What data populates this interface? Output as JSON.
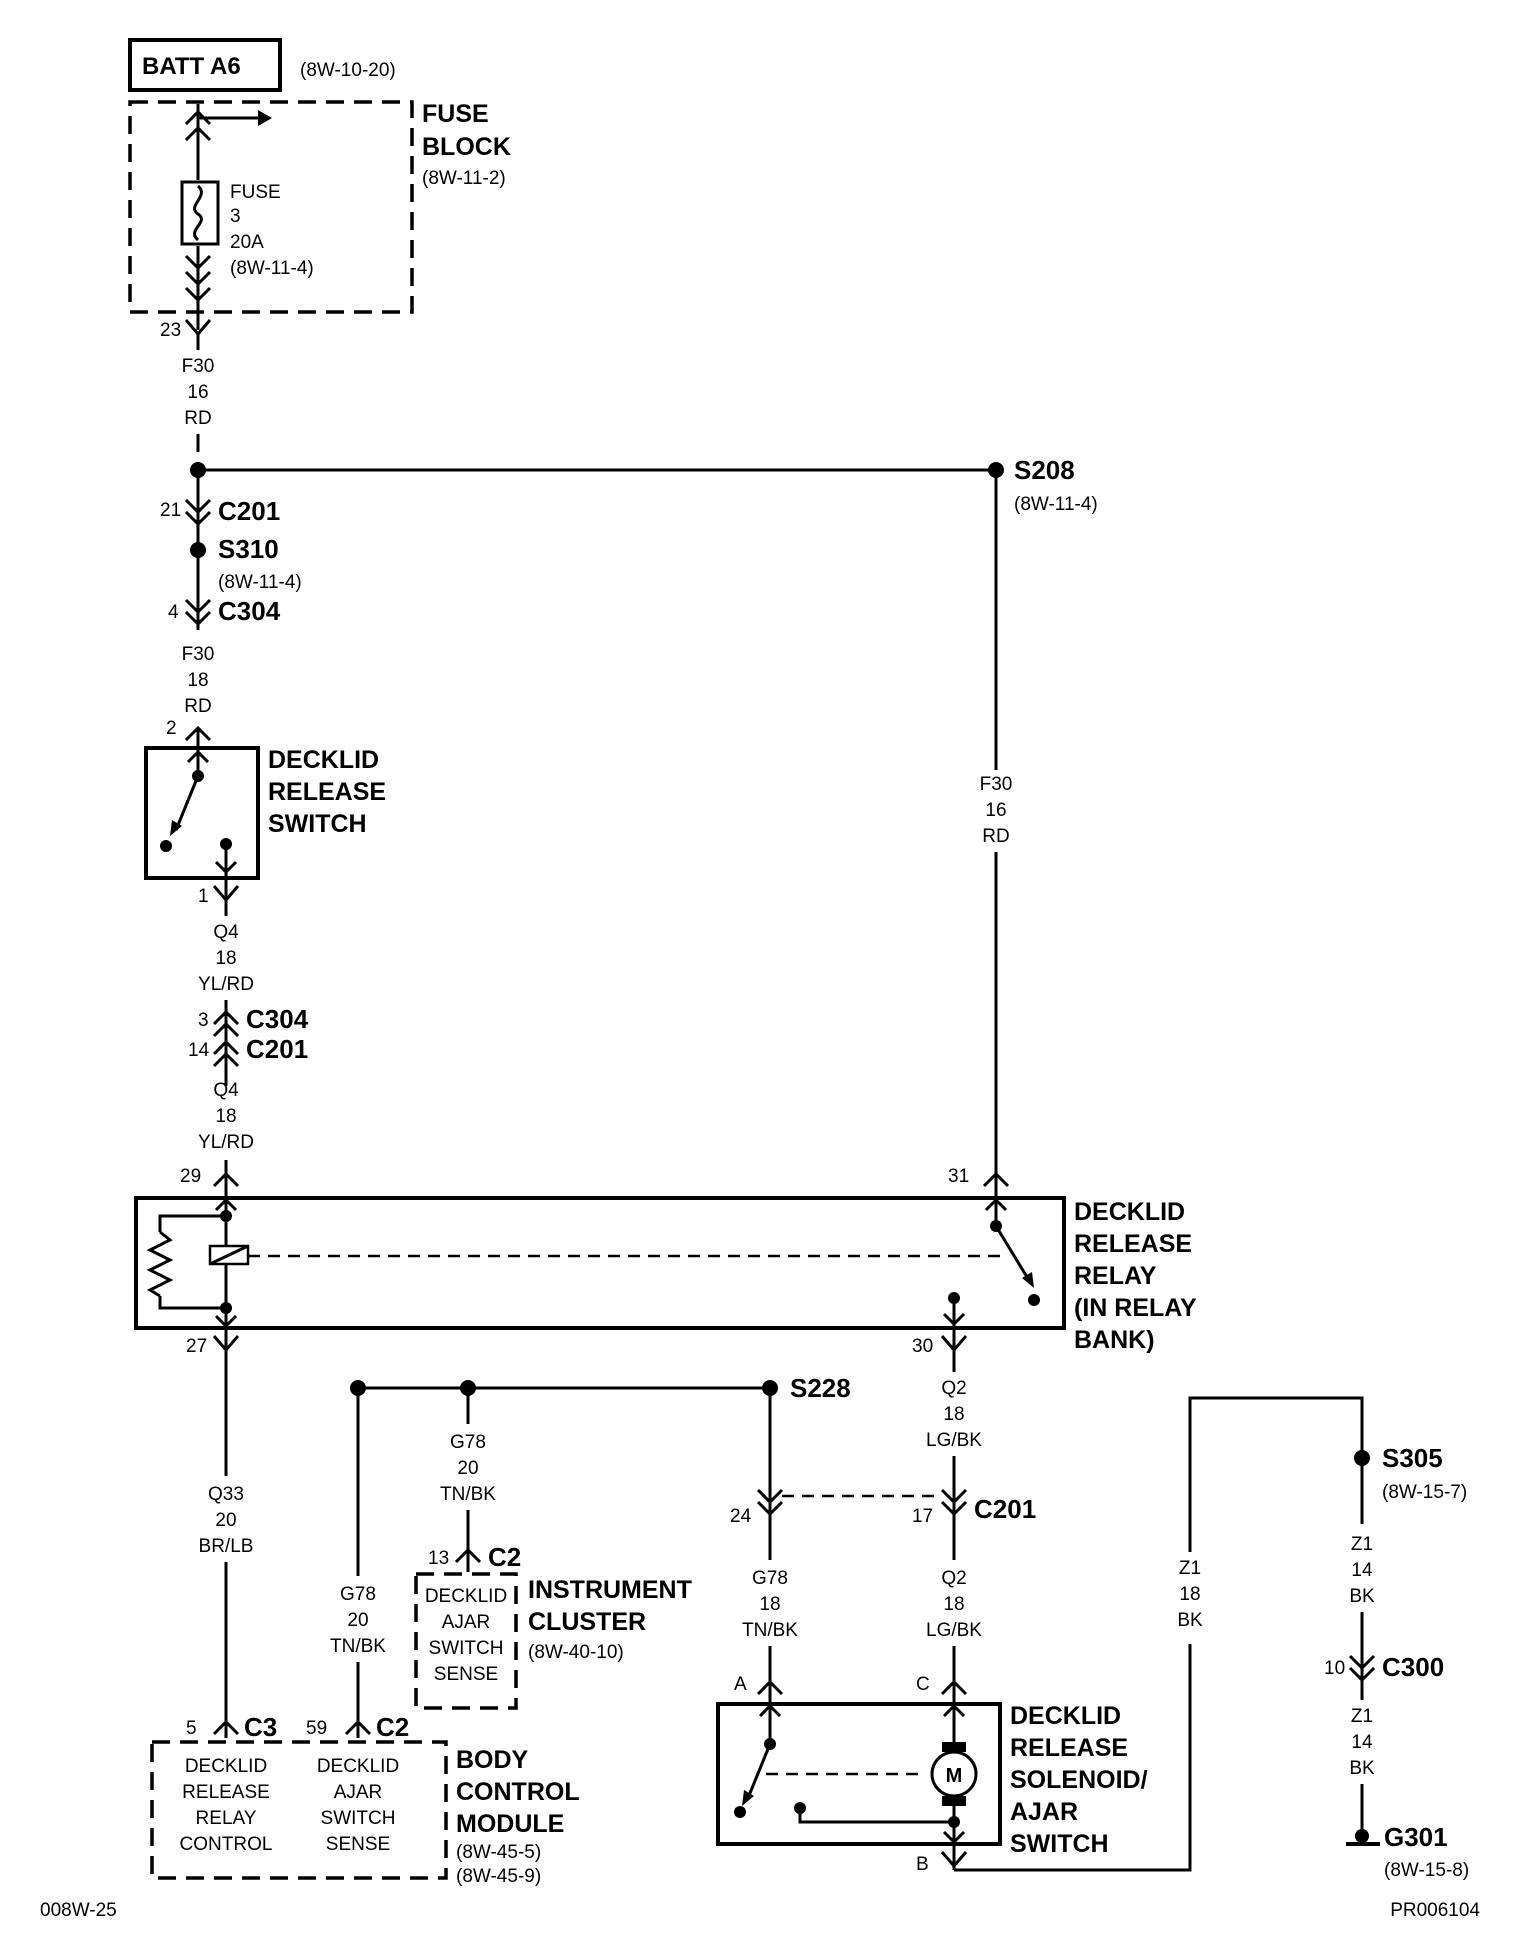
{
  "batt": {
    "label": "BATT A6",
    "ref": "(8W-10-20)"
  },
  "fuse_block": {
    "line1": "FUSE",
    "line2": "BLOCK",
    "ref": "(8W-11-2)",
    "fuse": {
      "line1": "FUSE",
      "line2": "3",
      "line3": "20A",
      "ref": "(8W-11-4)"
    }
  },
  "pins": {
    "p23": "23",
    "p21": "21",
    "p4": "4",
    "p2": "2",
    "p1": "1",
    "p3": "3",
    "p14": "14",
    "p29": "29",
    "p31": "31",
    "p27": "27",
    "p30": "30",
    "p24": "24",
    "p17": "17",
    "p13": "13",
    "p5": "5",
    "p59": "59",
    "p10": "10",
    "pA": "A",
    "pC": "C",
    "pB": "B"
  },
  "wires": {
    "w1": [
      "F30",
      "16",
      "RD"
    ],
    "w2": [
      "F30",
      "18",
      "RD"
    ],
    "w3": [
      "Q4",
      "18",
      "YL/RD"
    ],
    "w4": [
      "Q4",
      "18",
      "YL/RD"
    ],
    "w5": [
      "F30",
      "16",
      "RD"
    ],
    "w6": [
      "Q33",
      "20",
      "BR/LB"
    ],
    "w7": [
      "G78",
      "20",
      "TN/BK"
    ],
    "w8": [
      "G78",
      "20",
      "TN/BK"
    ],
    "w9": [
      "G78",
      "18",
      "TN/BK"
    ],
    "w10": [
      "Q2",
      "18",
      "LG/BK"
    ],
    "w11": [
      "Q2",
      "18",
      "LG/BK"
    ],
    "w12": [
      "Z1",
      "18",
      "BK"
    ],
    "w13": [
      "Z1",
      "14",
      "BK"
    ],
    "w14": [
      "Z1",
      "14",
      "BK"
    ]
  },
  "splices": {
    "s208": {
      "label": "S208",
      "ref": "(8W-11-4)"
    },
    "s310": {
      "label": "S310",
      "ref": "(8W-11-4)"
    },
    "s228": {
      "label": "S228"
    },
    "s305": {
      "label": "S305",
      "ref": "(8W-15-7)"
    }
  },
  "connectors": {
    "c201a": "C201",
    "c304a": "C304",
    "c304b": "C304",
    "c201b": "C201",
    "c201c": "C201",
    "c2a": "C2",
    "c3": "C3",
    "c2b": "C2",
    "c300": "C300"
  },
  "switch": {
    "line1": "DECKLID",
    "line2": "RELEASE",
    "line3": "SWITCH"
  },
  "relay": {
    "line1": "DECKLID",
    "line2": "RELEASE",
    "line3": "RELAY",
    "line4": "(IN RELAY",
    "line5": "BANK)"
  },
  "cluster": {
    "inner1": "DECKLID",
    "inner2": "AJAR",
    "inner3": "SWITCH",
    "inner4": "SENSE",
    "line1": "INSTRUMENT",
    "line2": "CLUSTER",
    "ref": "(8W-40-10)"
  },
  "bcm": {
    "a1": "DECKLID",
    "a2": "RELEASE",
    "a3": "RELAY",
    "a4": "CONTROL",
    "b1": "DECKLID",
    "b2": "AJAR",
    "b3": "SWITCH",
    "b4": "SENSE",
    "line1": "BODY",
    "line2": "CONTROL",
    "line3": "MODULE",
    "ref1": "(8W-45-5)",
    "ref2": "(8W-45-9)"
  },
  "solenoid": {
    "line1": "DECKLID",
    "line2": "RELEASE",
    "line3": "SOLENOID/",
    "line4": "AJAR",
    "line5": "SWITCH",
    "motor": "M"
  },
  "ground": {
    "label": "G301",
    "ref": "(8W-15-8)"
  },
  "footer": {
    "left": "008W-25",
    "right": "PR006104"
  }
}
